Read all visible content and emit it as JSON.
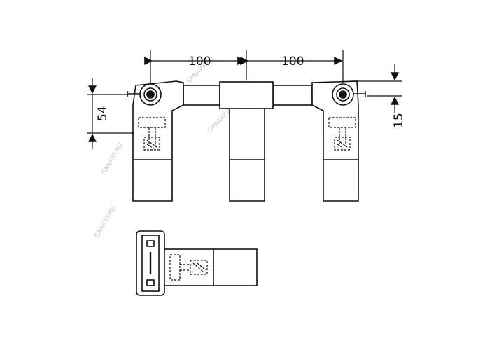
{
  "colors": {
    "line": "#111111",
    "background": "#ffffff",
    "watermark": "#c9c9c9"
  },
  "dimensions": {
    "left_spacing": "100",
    "right_spacing": "100",
    "left_height": "54",
    "right_height": "15"
  },
  "watermark": {
    "text": "SANART.RU"
  }
}
